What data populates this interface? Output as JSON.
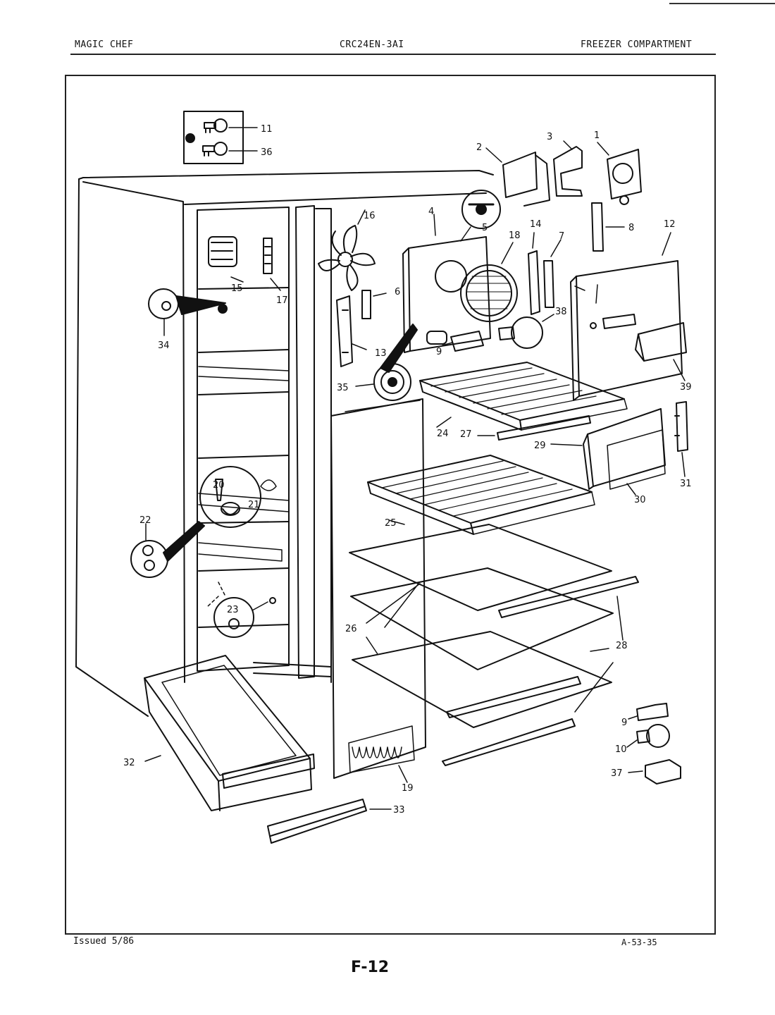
{
  "header": {
    "left": "MAGIC CHEF",
    "center": "CRC24EN-3AI",
    "right": "FREEZER COMPARTMENT"
  },
  "footer": {
    "issued": "Issued 5/86",
    "doc_id": "A-53-35",
    "page": "F-12"
  },
  "callouts": {
    "c1": "1",
    "c2": "2",
    "c3": "3",
    "c4": "4",
    "c5": "5",
    "c6": "6",
    "c7": "7",
    "c8": "8",
    "c9": "9",
    "c9b": "9",
    "c10": "10",
    "c11": "11",
    "c12": "12",
    "c13": "13",
    "c14": "14",
    "c15": "15",
    "c16": "16",
    "c17": "17",
    "c18": "18",
    "c19": "19",
    "c20": "20",
    "c21": "21",
    "c22": "22",
    "c23": "23",
    "c24": "24",
    "c25": "25",
    "c26": "26",
    "c27": "27",
    "c28": "28",
    "c29": "29",
    "c30": "30",
    "c31": "31",
    "c32": "32",
    "c33": "33",
    "c34": "34",
    "c35": "35",
    "c36": "36",
    "c37": "37",
    "c38": "38",
    "c39": "39"
  }
}
